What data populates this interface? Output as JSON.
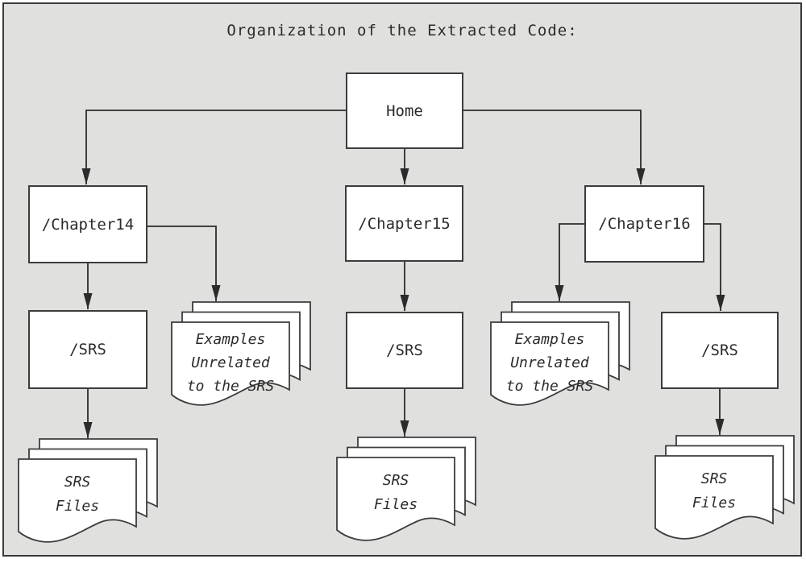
{
  "figure": {
    "title": "Organization of the Extracted Code:",
    "colors": {
      "background": "#e0e1df",
      "box_fill": "#ffffff",
      "box_border": "#3c3c3c",
      "line": "#2b2b2b",
      "text": "#2b2b2b"
    }
  },
  "nodes": {
    "home": {
      "label": "Home",
      "type": "folder-box"
    },
    "chapter14": {
      "label": "/Chapter14",
      "type": "folder-box",
      "parent": "home"
    },
    "chapter15": {
      "label": "/Chapter15",
      "type": "folder-box",
      "parent": "home"
    },
    "chapter16": {
      "label": "/Chapter16",
      "type": "folder-box",
      "parent": "home"
    },
    "srs14": {
      "label": "/SRS",
      "type": "folder-box",
      "parent": "chapter14"
    },
    "srs15": {
      "label": "/SRS",
      "type": "folder-box",
      "parent": "chapter15"
    },
    "srs16": {
      "label": "/SRS",
      "type": "folder-box",
      "parent": "chapter16"
    }
  },
  "documents": {
    "examples14": {
      "label": "Examples\nUnrelated\nto the SRS",
      "type": "document-stack",
      "parent": "chapter14"
    },
    "examples16": {
      "label": "Examples\nUnrelated\nto the SRS",
      "type": "document-stack",
      "parent": "chapter16"
    },
    "srs_files14": {
      "label": "SRS\nFiles",
      "type": "document-stack",
      "parent": "srs14"
    },
    "srs_files15": {
      "label": "SRS\nFiles",
      "type": "document-stack",
      "parent": "srs15"
    },
    "srs_files16": {
      "label": "SRS\nFiles",
      "type": "document-stack",
      "parent": "srs16"
    }
  }
}
